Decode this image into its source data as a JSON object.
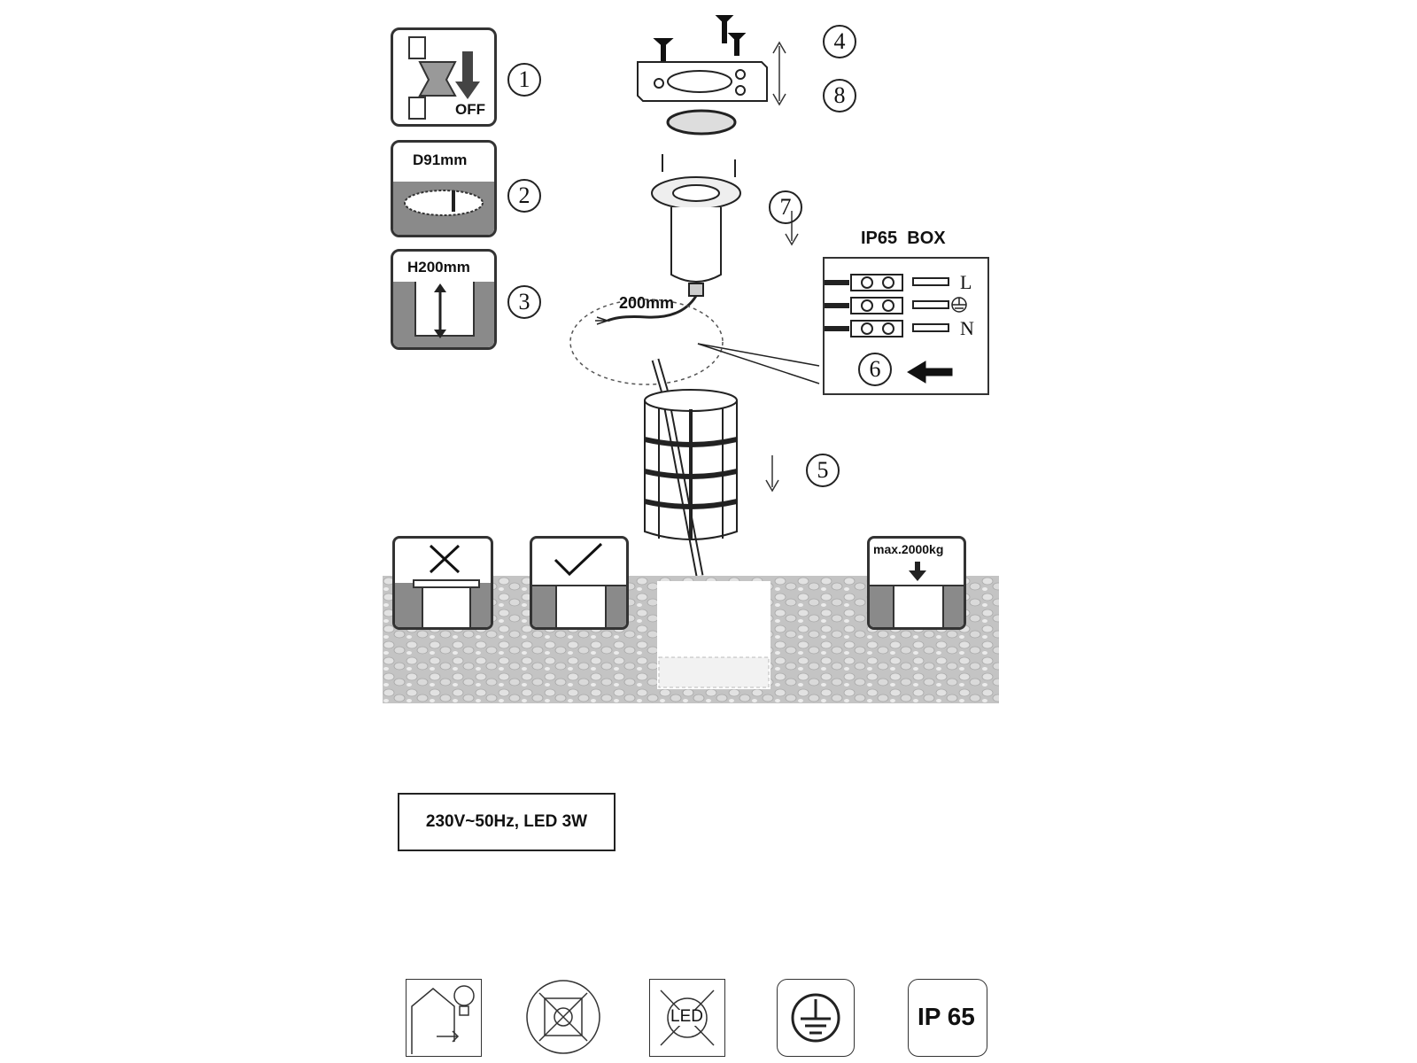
{
  "steps": {
    "s1": "1",
    "s2": "2",
    "s3": "3",
    "s4": "4",
    "s5": "5",
    "s6": "6",
    "s7": "7",
    "s8": "8"
  },
  "panel1": {
    "label": "OFF",
    "icon": "switch-off-icon"
  },
  "panel2": {
    "label": "D91mm"
  },
  "panel3": {
    "label": "H200mm"
  },
  "cable": {
    "length_label": "200mm"
  },
  "ip_box": {
    "title": "IP65  BOX",
    "terminal_L": "L",
    "terminal_N": "N",
    "earth_icon": "earth-symbol-icon"
  },
  "install": {
    "wrong_icon": "cross-icon",
    "right_icon": "check-icon",
    "load_label": "max.2000kg"
  },
  "spec": "230V~50Hz, LED 3W",
  "symbols": {
    "indoor_outdoor_icon": "house-lamp-icon",
    "no_cover_icon": "no-insulation-icon",
    "led_icon_label": "LED",
    "earth_icon": "protective-earth-icon",
    "ip_label": "IP 65"
  },
  "colors": {
    "stroke": "#222222",
    "gravel": "#c9c9c9",
    "panel_fill": "#888888"
  }
}
